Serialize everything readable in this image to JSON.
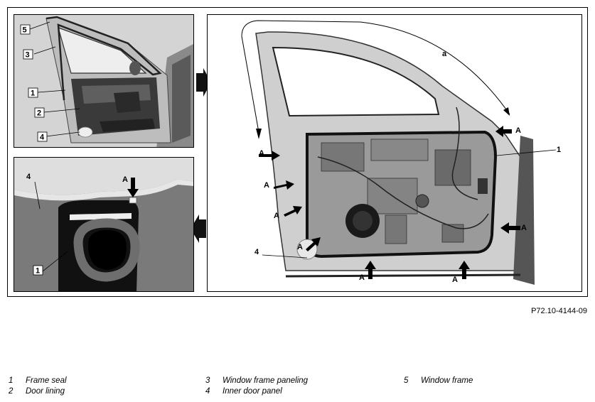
{
  "figure_ref": "P72.10-4144-09",
  "labels": {
    "l1": "1",
    "l2": "2",
    "l3": "3",
    "l4": "4",
    "l5": "5",
    "a": "a",
    "A": "A"
  },
  "legend": [
    {
      "num": "1",
      "text": "Frame seal"
    },
    {
      "num": "2",
      "text": "Door lining"
    },
    {
      "num": "3",
      "text": "Window frame paneling"
    },
    {
      "num": "4",
      "text": "Inner door panel"
    },
    {
      "num": "5",
      "text": "Window frame"
    }
  ],
  "colors": {
    "door_shell": "#bdbdbd",
    "dark": "#1a1a1a",
    "seal": "#6e6e6e",
    "background": "#ffffff"
  }
}
